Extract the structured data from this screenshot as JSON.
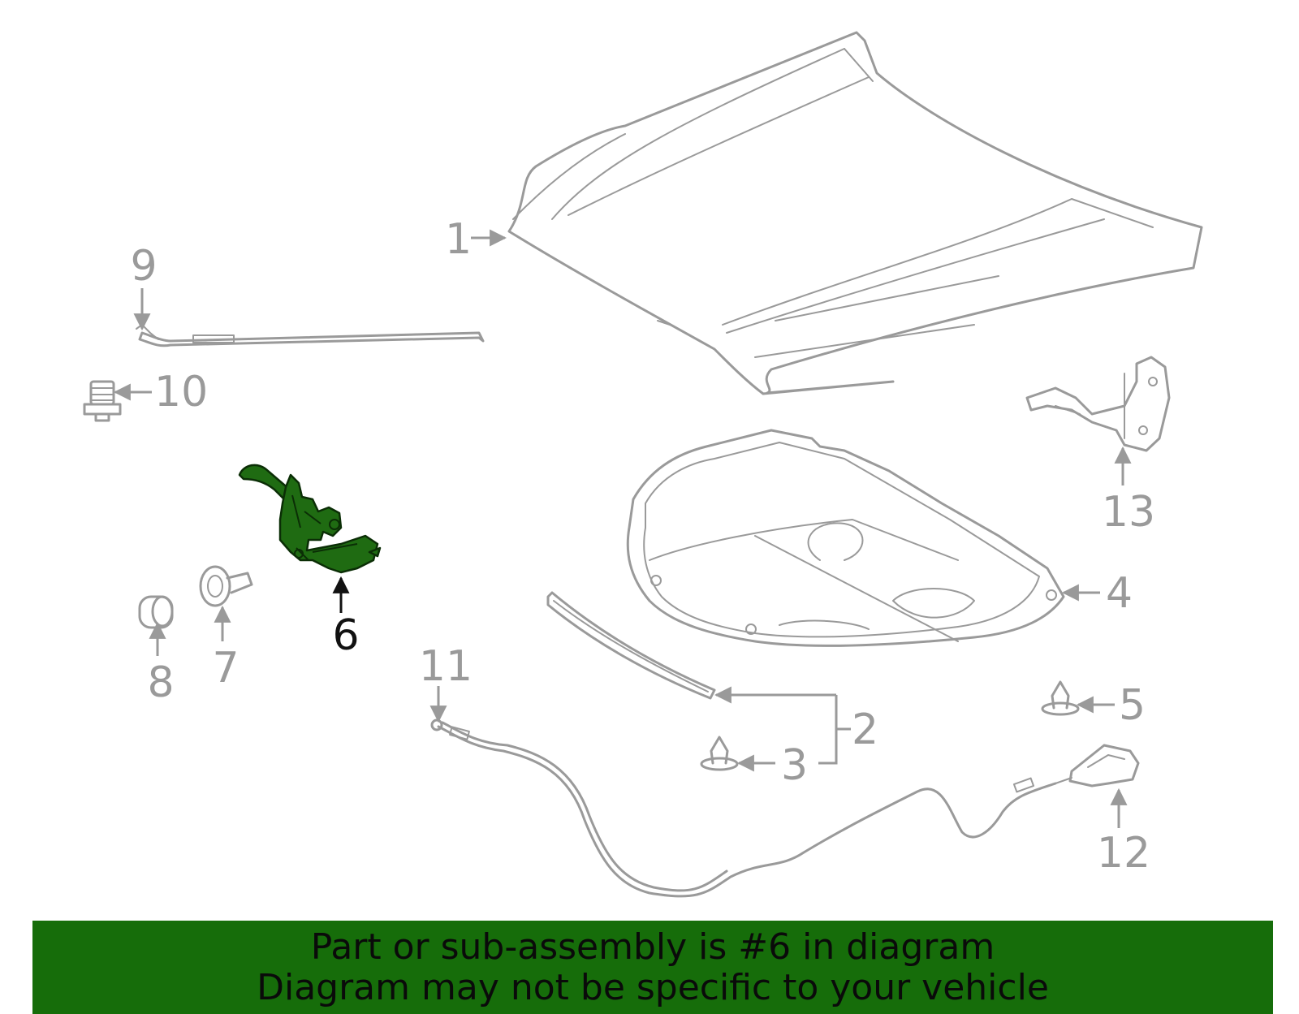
{
  "diagram": {
    "highlight_part": "6",
    "colors": {
      "part_stroke": "#9a9a9a",
      "highlight_fill": "#1f6b12",
      "banner_bg": "#166d0a"
    },
    "callouts": [
      {
        "id": "c1",
        "label": "1"
      },
      {
        "id": "c2",
        "label": "2"
      },
      {
        "id": "c3",
        "label": "3"
      },
      {
        "id": "c4",
        "label": "4"
      },
      {
        "id": "c5",
        "label": "5"
      },
      {
        "id": "c6",
        "label": "6"
      },
      {
        "id": "c7",
        "label": "7"
      },
      {
        "id": "c8",
        "label": "8"
      },
      {
        "id": "c9",
        "label": "9"
      },
      {
        "id": "c10",
        "label": "10"
      },
      {
        "id": "c11",
        "label": "11"
      },
      {
        "id": "c12",
        "label": "12"
      },
      {
        "id": "c13",
        "label": "13"
      }
    ]
  },
  "banner": {
    "line1": "Part or sub-assembly is #6 in diagram",
    "line2": "Diagram may not be specific to your vehicle"
  }
}
